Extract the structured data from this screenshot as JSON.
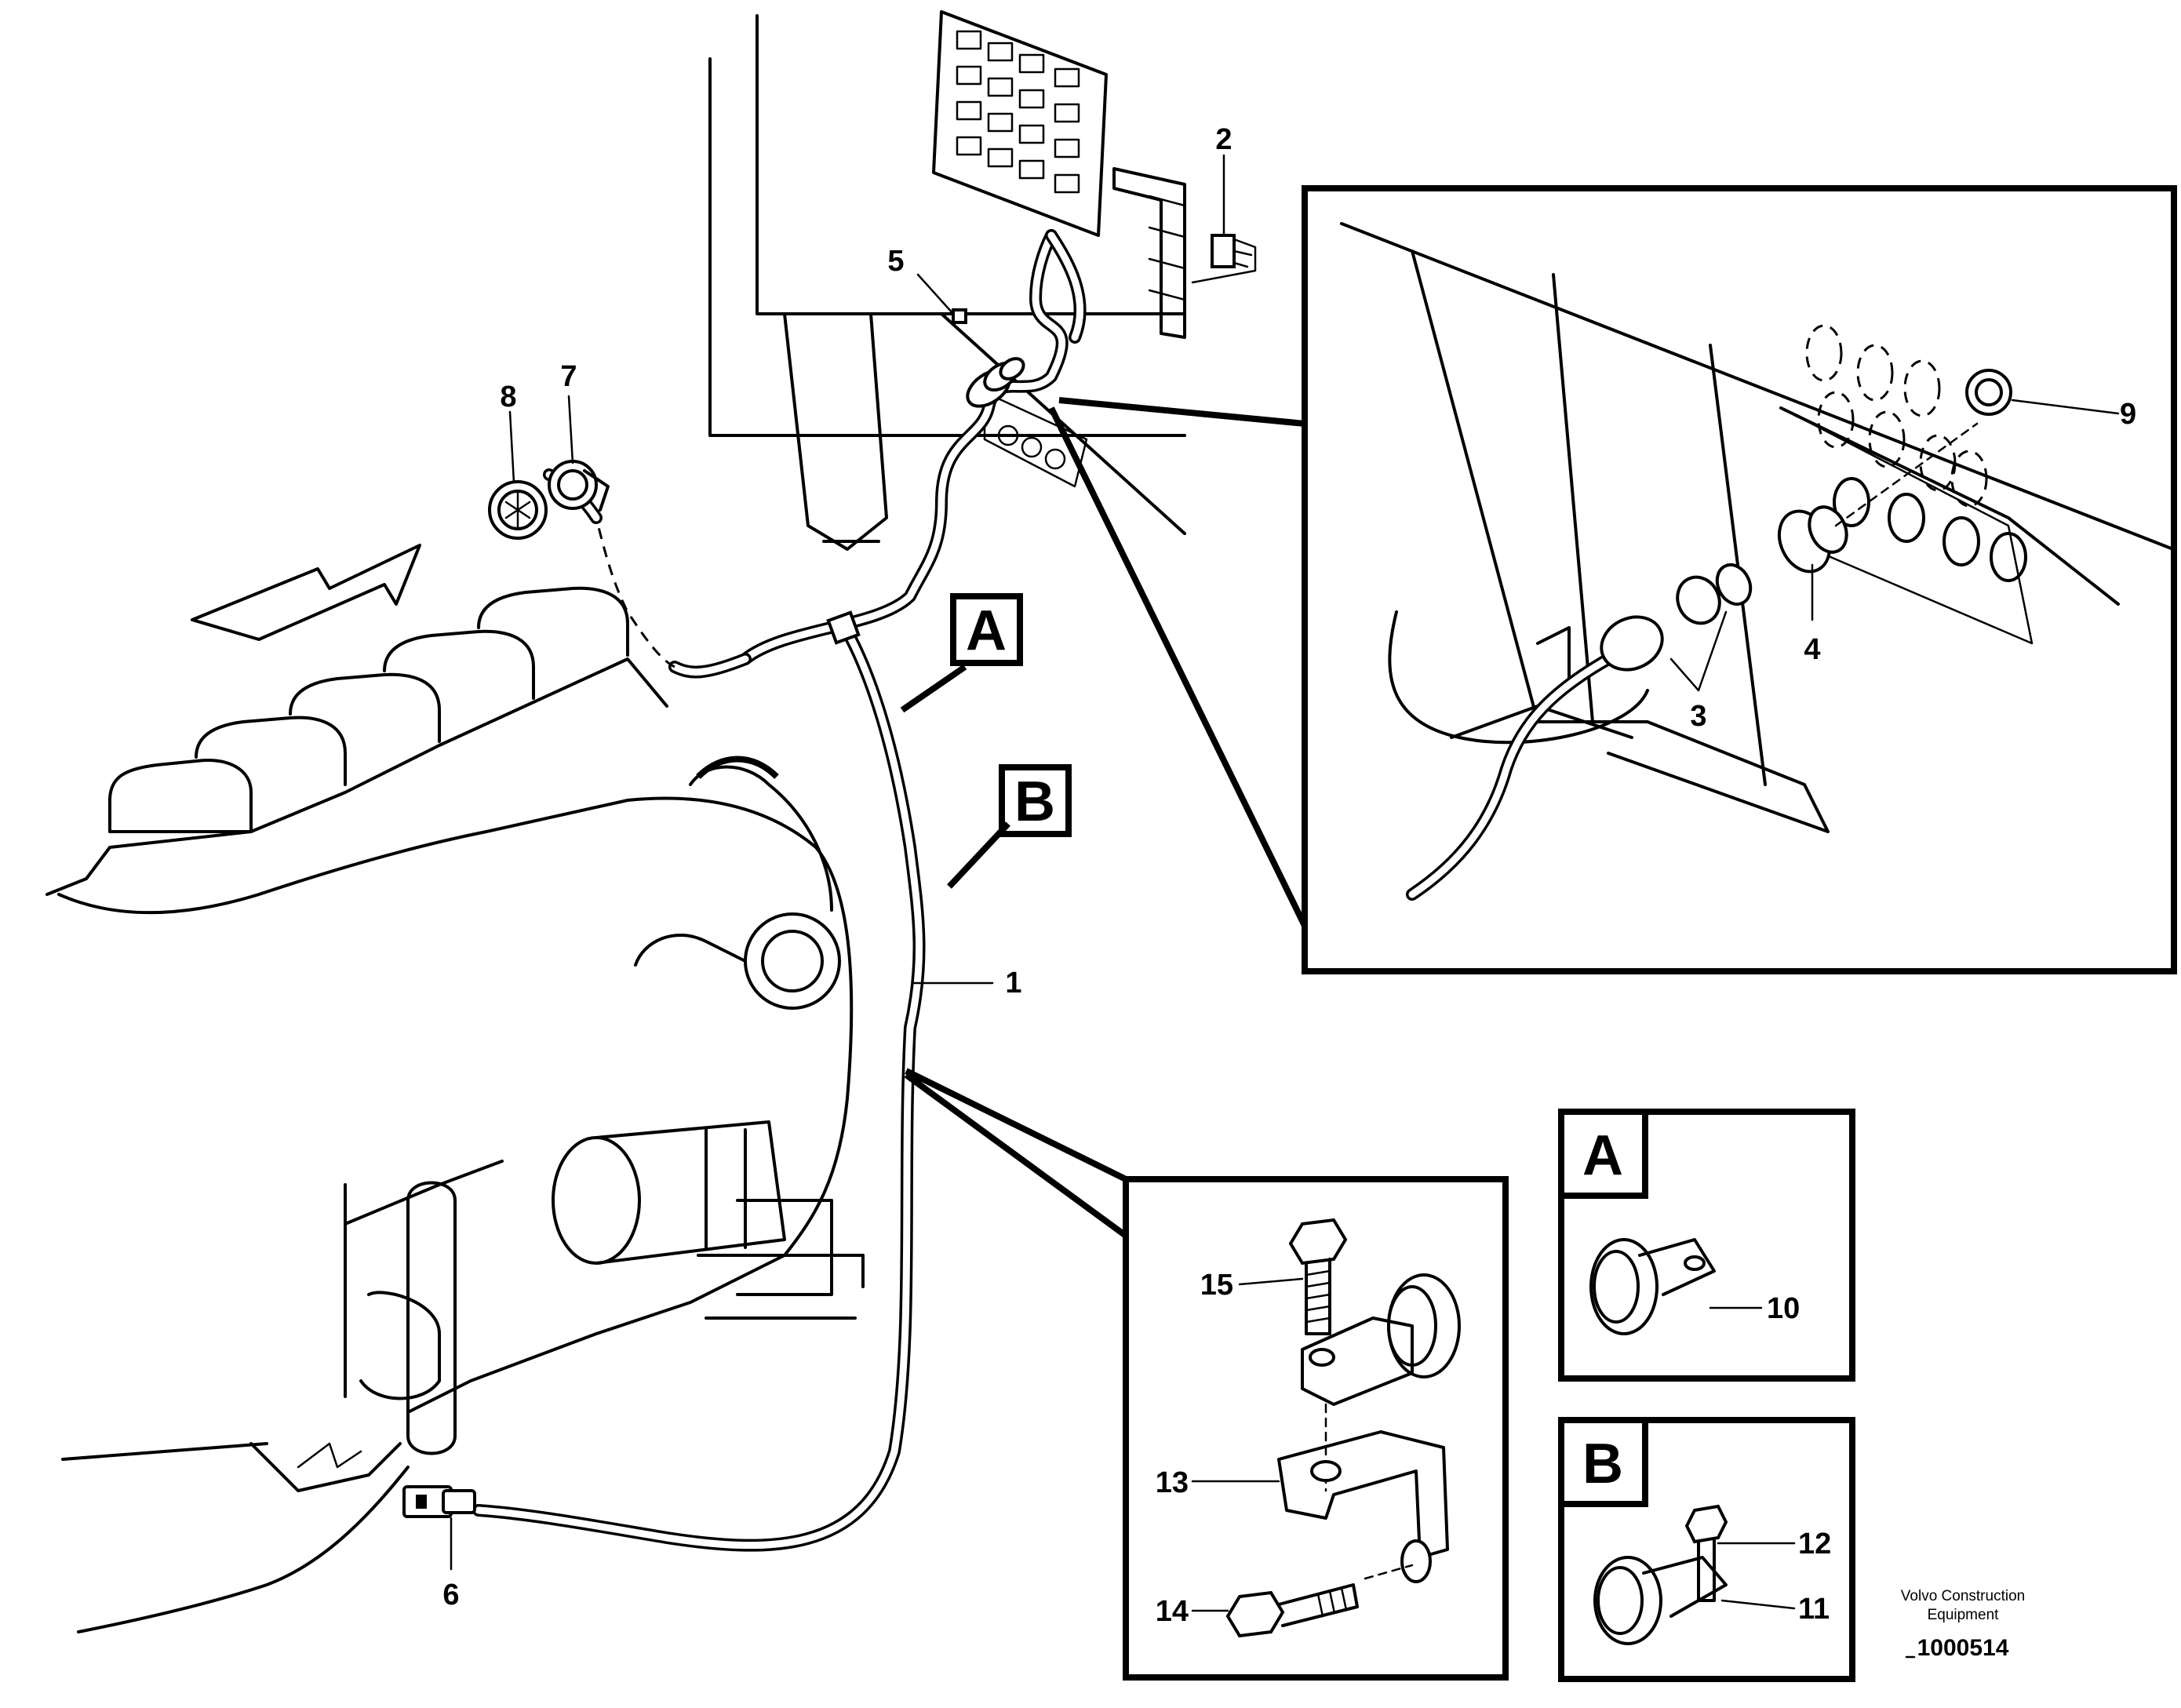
{
  "callouts": {
    "c1": "1",
    "c2": "2",
    "c3": "3",
    "c4": "4",
    "c5": "5",
    "c6": "6",
    "c7": "7",
    "c8": "8",
    "c9": "9",
    "c10": "10",
    "c11": "11",
    "c12": "12",
    "c13": "13",
    "c14": "14",
    "c15": "15"
  },
  "detail_labels": {
    "a": "A",
    "b": "B"
  },
  "footer": {
    "brand_line1": "Volvo Construction",
    "brand_line2": "Equipment",
    "drawing_number": "1000514"
  }
}
